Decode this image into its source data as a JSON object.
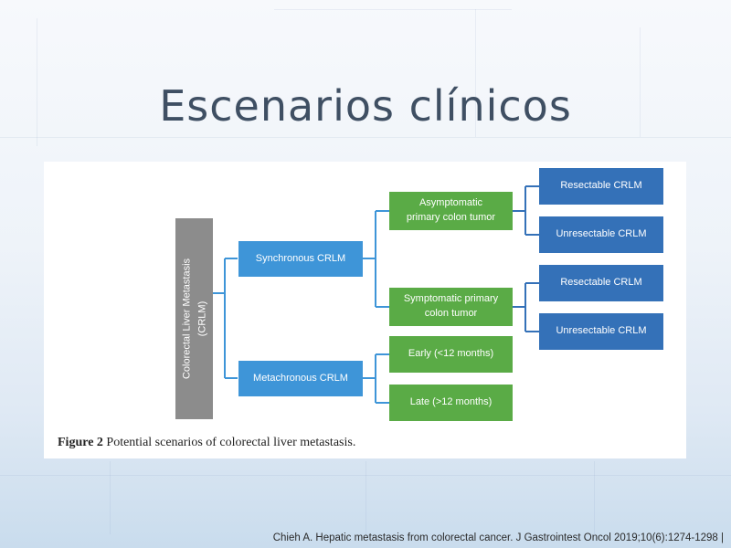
{
  "slide": {
    "title": "Escenarios clínicos",
    "citation": "Chieh A. Hepatic metastasis from colorectal cancer. J Gastrointest Oncol 2019;10(6):1274-1298 |"
  },
  "figure": {
    "root_label_line1": "Colorectal Liver Metastasis",
    "root_label_line2": "(CRLM)",
    "synchronous": "Synchronous CRLM",
    "metachronous": "Metachronous CRLM",
    "asymptomatic": "Asymptomatic primary colon tumor",
    "symptomatic": "Symptomatic primary colon tumor",
    "early": "Early (<12 months)",
    "late": "Late (>12 months)",
    "resectable_1": "Resectable CRLM",
    "unresectable_1": "Unresectable CRLM",
    "resectable_2": "Resectable CRLM",
    "unresectable_2": "Unresectable CRLM",
    "caption_label": "Figure 2",
    "caption_text": " Potential scenarios of colorectal liver metastasis."
  },
  "colors": {
    "root": "#8c8c8c",
    "level1": "#3e95d8",
    "level2": "#5aab46",
    "level3": "#3471b8",
    "title": "#3f4f63"
  }
}
